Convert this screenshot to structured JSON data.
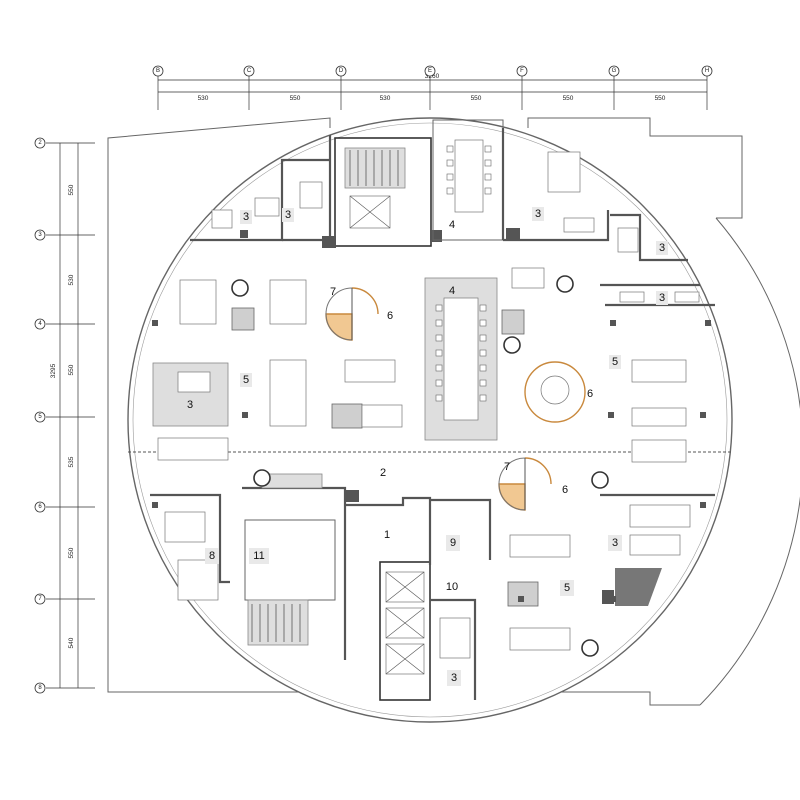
{
  "dimensions": {
    "top_total": "3260",
    "top_spans": [
      "530",
      "550",
      "530",
      "550",
      "550",
      "550"
    ],
    "left_total": "3295",
    "left_spans": [
      "550",
      "530",
      "550",
      "535",
      "550",
      "540"
    ]
  },
  "grid": {
    "columns": [
      "B",
      "C",
      "D",
      "E",
      "F",
      "G",
      "H"
    ],
    "rows": [
      "2",
      "3",
      "4",
      "5",
      "6",
      "7",
      "8"
    ]
  },
  "rooms": [
    {
      "id": "r3a",
      "label": "3"
    },
    {
      "id": "r3b",
      "label": "3"
    },
    {
      "id": "r4a",
      "label": "4"
    },
    {
      "id": "r3c",
      "label": "3"
    },
    {
      "id": "r3d",
      "label": "3"
    },
    {
      "id": "r3e",
      "label": "3"
    },
    {
      "id": "r7a",
      "label": "7"
    },
    {
      "id": "r6a",
      "label": "6"
    },
    {
      "id": "r4b",
      "label": "4"
    },
    {
      "id": "r5a",
      "label": "5"
    },
    {
      "id": "r3f",
      "label": "3"
    },
    {
      "id": "r6b",
      "label": "6"
    },
    {
      "id": "r5b",
      "label": "5"
    },
    {
      "id": "r2",
      "label": "2"
    },
    {
      "id": "r7b",
      "label": "7"
    },
    {
      "id": "r6c",
      "label": "6"
    },
    {
      "id": "r1",
      "label": "1"
    },
    {
      "id": "r9",
      "label": "9"
    },
    {
      "id": "r3g",
      "label": "3"
    },
    {
      "id": "r8",
      "label": "8"
    },
    {
      "id": "r11",
      "label": "11"
    },
    {
      "id": "r10",
      "label": "10"
    },
    {
      "id": "r5c",
      "label": "5"
    },
    {
      "id": "r3h",
      "label": "3"
    }
  ],
  "colors": {
    "accent_room_fill": "#f1c892",
    "accent_room_stroke": "#c9893d",
    "wall": "#555555",
    "meeting_room_fill": "#dedede"
  }
}
